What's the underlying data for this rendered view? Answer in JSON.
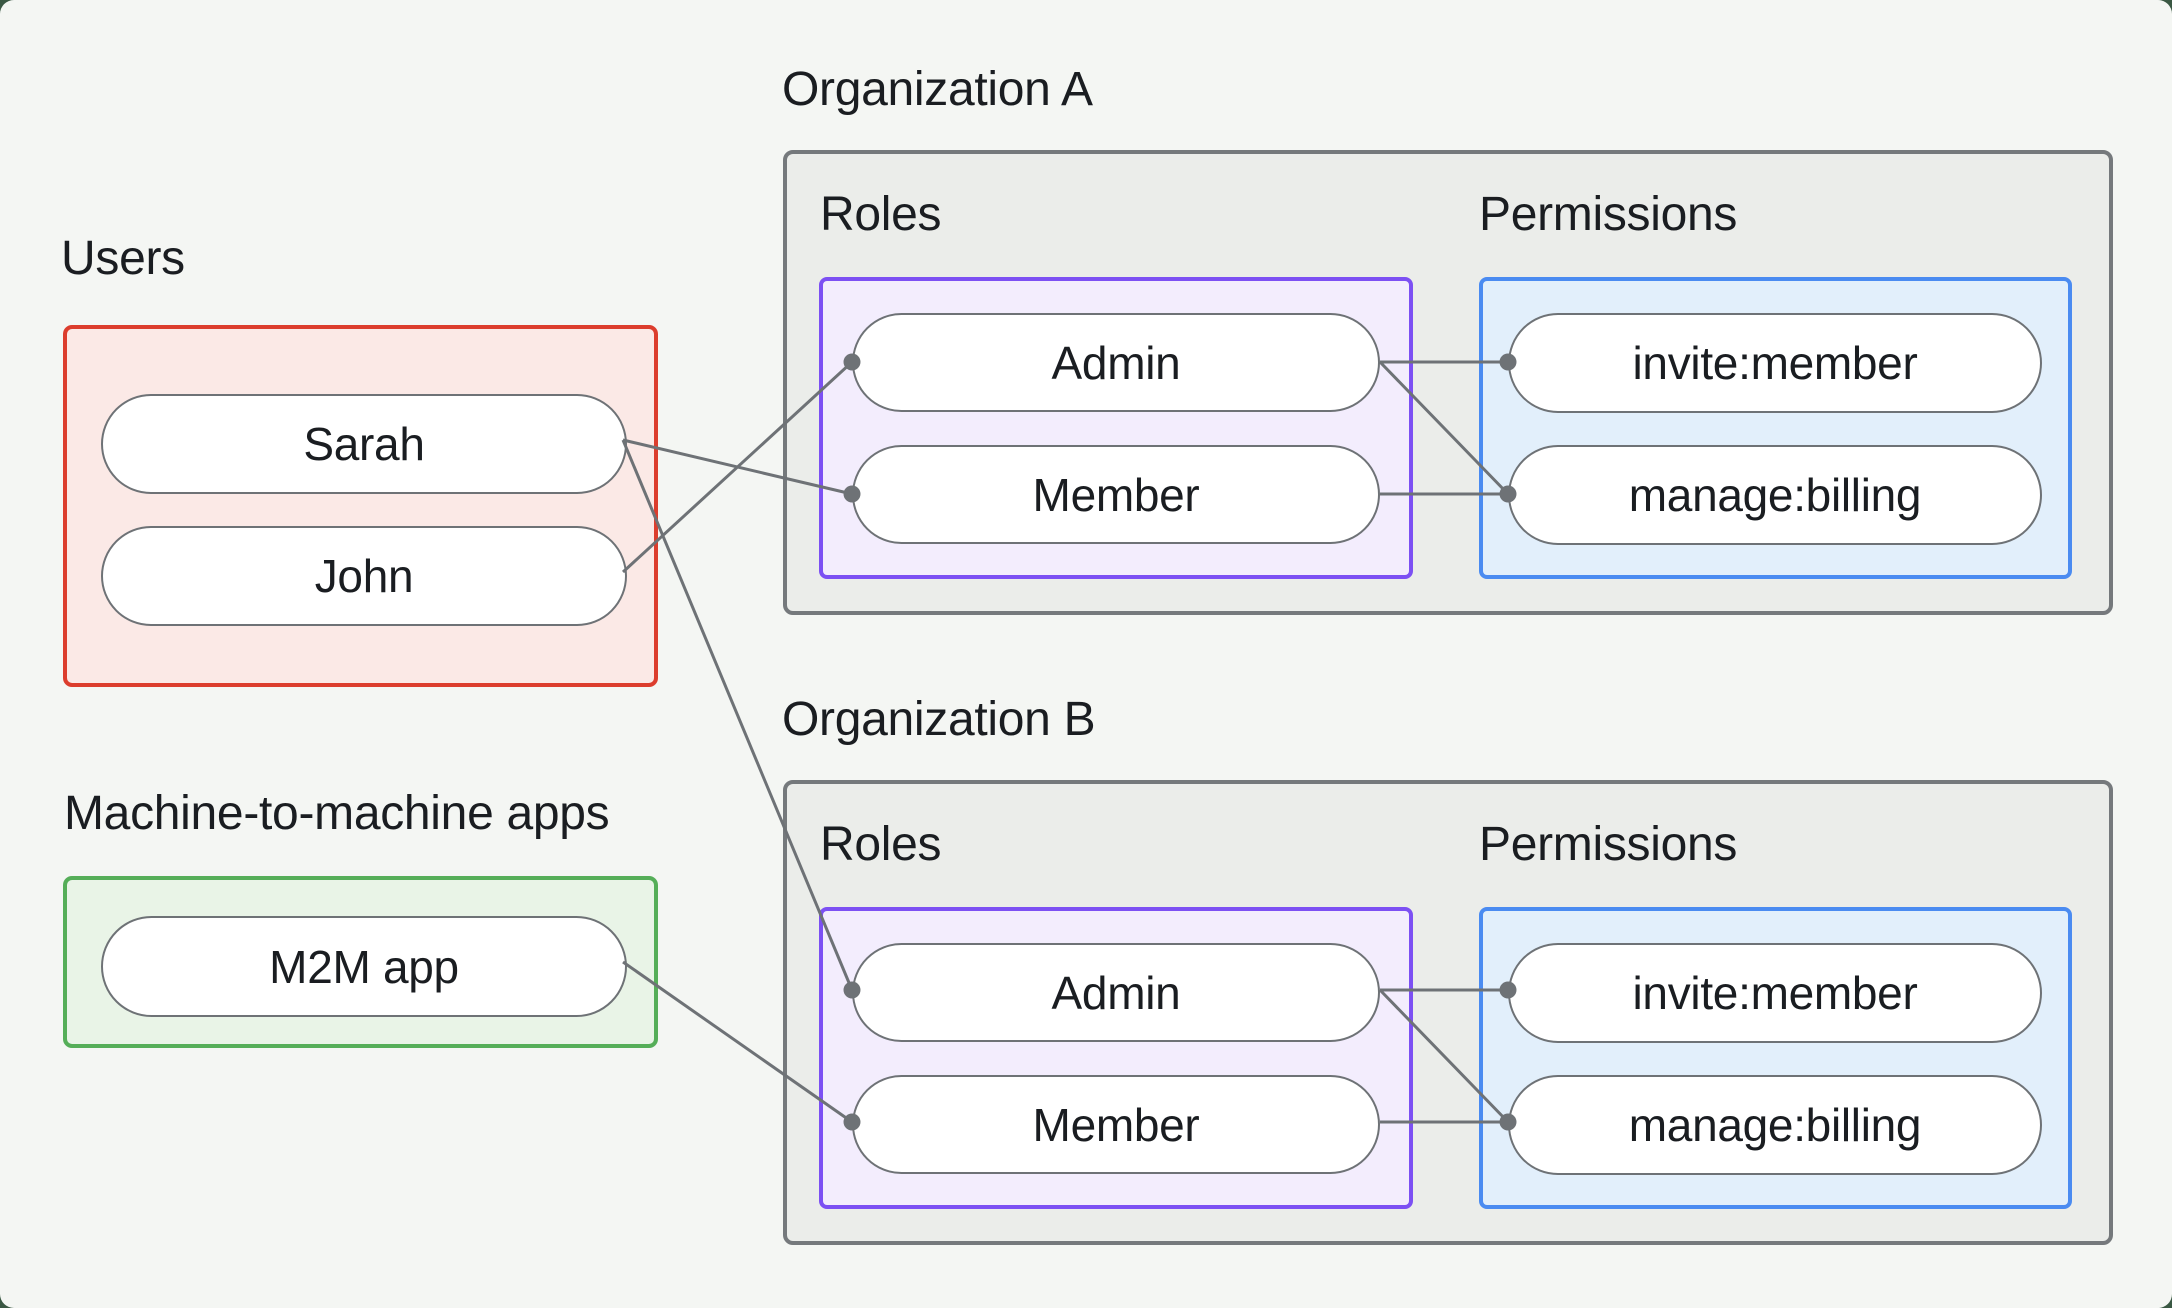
{
  "users_section": {
    "title": "Users",
    "users": [
      {
        "label": "Sarah"
      },
      {
        "label": "John"
      }
    ]
  },
  "m2m_section": {
    "title": "Machine-to-machine apps",
    "apps": [
      {
        "label": "M2M app"
      }
    ]
  },
  "organizations": [
    {
      "title": "Organization A",
      "roles_label": "Roles",
      "permissions_label": "Permissions",
      "roles": [
        {
          "label": "Admin"
        },
        {
          "label": "Member"
        }
      ],
      "permissions": [
        {
          "label": "invite:member"
        },
        {
          "label": "manage:billing"
        }
      ]
    },
    {
      "title": "Organization B",
      "roles_label": "Roles",
      "permissions_label": "Permissions",
      "roles": [
        {
          "label": "Admin"
        },
        {
          "label": "Member"
        }
      ],
      "permissions": [
        {
          "label": "invite:member"
        },
        {
          "label": "manage:billing"
        }
      ]
    }
  ],
  "connections": [
    {
      "from": "Sarah",
      "to": "Organization A / Member"
    },
    {
      "from": "Sarah",
      "to": "Organization B / Admin"
    },
    {
      "from": "John",
      "to": "Organization A / Admin"
    },
    {
      "from": "M2M app",
      "to": "Organization B / Member"
    },
    {
      "from": "Organization A / Admin",
      "to": "Organization A / invite:member"
    },
    {
      "from": "Organization A / Admin",
      "to": "Organization A / manage:billing"
    },
    {
      "from": "Organization A / Member",
      "to": "Organization A / manage:billing"
    },
    {
      "from": "Organization B / Admin",
      "to": "Organization B / invite:member"
    },
    {
      "from": "Organization B / Admin",
      "to": "Organization B / manage:billing"
    },
    {
      "from": "Organization B / Member",
      "to": "Organization B / manage:billing"
    }
  ],
  "colors": {
    "canvas_background": "#F4F6F3",
    "outer_background": "#3A5843",
    "org_box_fill": "#EBEDEA",
    "org_box_border": "#75797C",
    "users_box_fill": "#FBE9E6",
    "users_box_border": "#DC3D2D",
    "m2m_box_fill": "#E9F4E7",
    "m2m_box_border": "#55AE58",
    "roles_box_fill": "#F3EDFD",
    "roles_box_border": "#7C50F3",
    "permissions_box_fill": "#E2EFFB",
    "permissions_box_border": "#4A8BF1",
    "pill_fill": "#FFFFFF",
    "pill_border": "#6E7276",
    "wire": "#6E7276",
    "text": "#1A1D21"
  }
}
